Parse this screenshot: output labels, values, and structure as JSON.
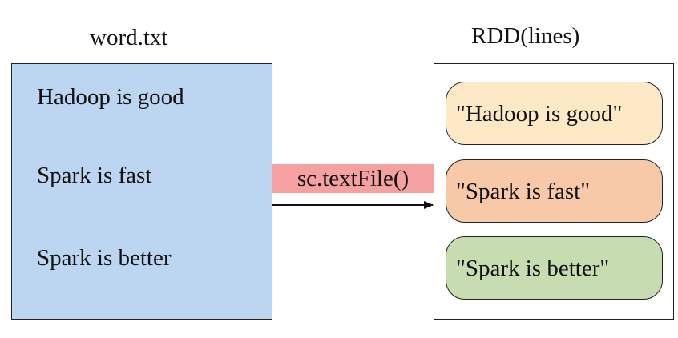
{
  "source_file": {
    "title": "word.txt",
    "lines": [
      "Hadoop is good",
      "Spark is fast",
      "Spark is better"
    ],
    "fill": "#bcd5f0"
  },
  "operation": {
    "label": "sc.textFile()",
    "fill": "#f5a1a1"
  },
  "rdd": {
    "title": "RDD(lines)",
    "items": [
      {
        "text": "\"Hadoop is good\"",
        "fill": "#fde9c6"
      },
      {
        "text": "\"Spark is fast\"",
        "fill": "#f8c9a8"
      },
      {
        "text": "\"Spark is better\"",
        "fill": "#c7dcb0"
      }
    ]
  }
}
